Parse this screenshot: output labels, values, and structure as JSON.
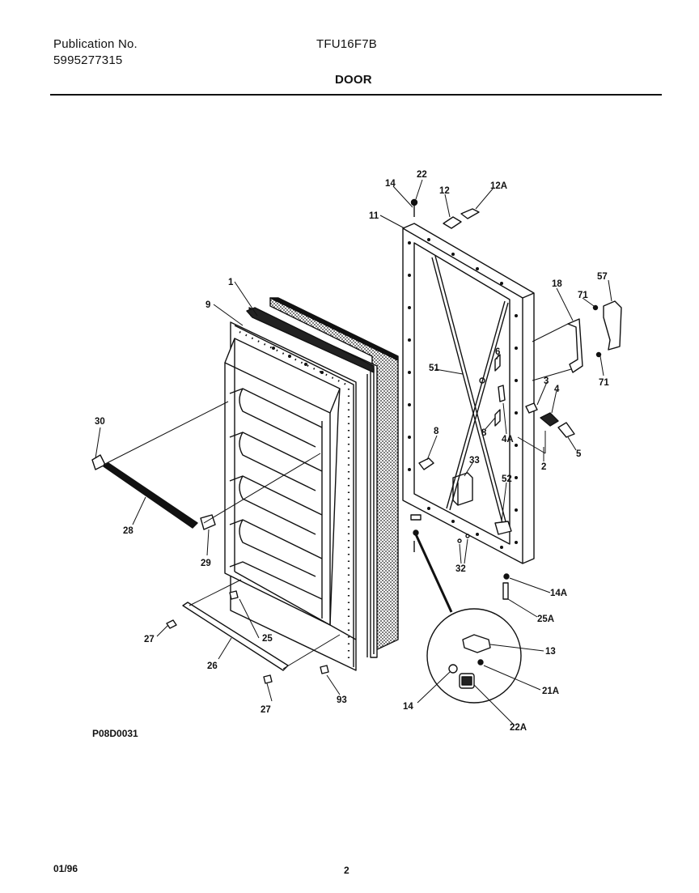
{
  "header": {
    "publication_label": "Publication No.",
    "publication_number": "5995277315",
    "model": "TFU16F7B",
    "section": "DOOR"
  },
  "diagram": {
    "code": "P08D0031",
    "callouts": {
      "c1": "1",
      "c9": "9",
      "c30": "30",
      "c28": "28",
      "c29": "29",
      "c27a": "27",
      "c27b": "27",
      "c26": "26",
      "c25": "25",
      "c93": "93",
      "c14": "14",
      "c22": "22",
      "c12": "12",
      "c12A": "12A",
      "c11": "11",
      "c18": "18",
      "c71a": "71",
      "c57": "57",
      "c71b": "71",
      "c6": "6",
      "c51": "51",
      "c3": "3",
      "c4": "4",
      "c4A": "4A",
      "c8": "8",
      "c8b": "8",
      "c5": "5",
      "c2": "2",
      "c33": "33",
      "c52": "52",
      "c32": "32",
      "c14A": "14A",
      "c25A": "25A",
      "c13": "13",
      "c21A": "21A",
      "c14b": "14",
      "c22A": "22A"
    }
  },
  "footer": {
    "date": "01/96",
    "page": "2"
  }
}
